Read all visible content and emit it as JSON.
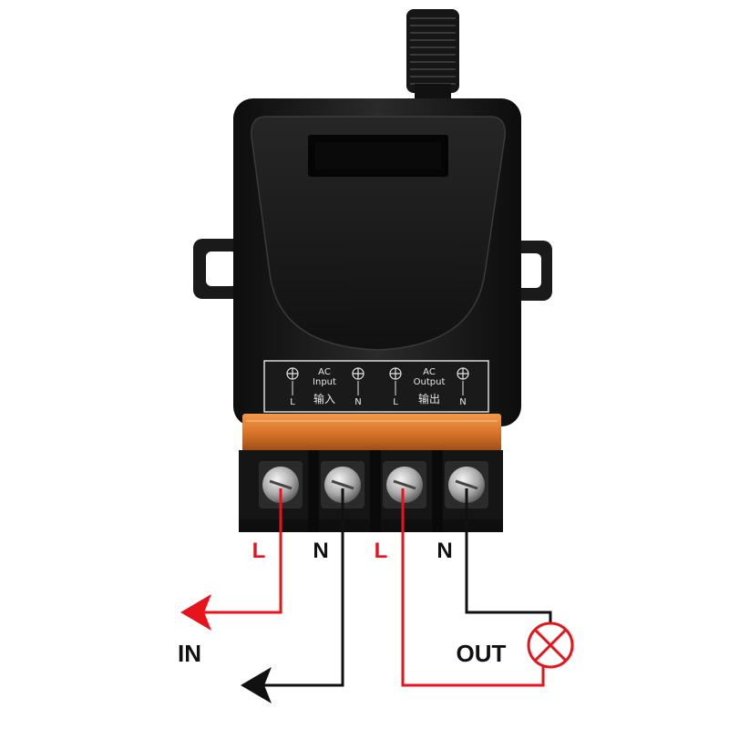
{
  "panel": {
    "input": {
      "line1": "AC",
      "line2": "Input",
      "cn": "输入",
      "l": "L",
      "n": "N"
    },
    "output": {
      "line1": "AC",
      "line2": "Output",
      "cn": "输出",
      "l": "L",
      "n": "N"
    }
  },
  "wires": {
    "labels": [
      "L",
      "N",
      "L",
      "N"
    ],
    "in_label": "IN",
    "out_label": "OUT"
  },
  "icons": [
    "antenna-icon",
    "ground-symbol-icon",
    "screw-terminal-icon",
    "lamp-icon",
    "arrow-left-icon"
  ],
  "colors": {
    "live": "#e8141b",
    "neutral": "#111111",
    "housing": "#1c1c1c",
    "terminal_strip": "#d8742a"
  }
}
